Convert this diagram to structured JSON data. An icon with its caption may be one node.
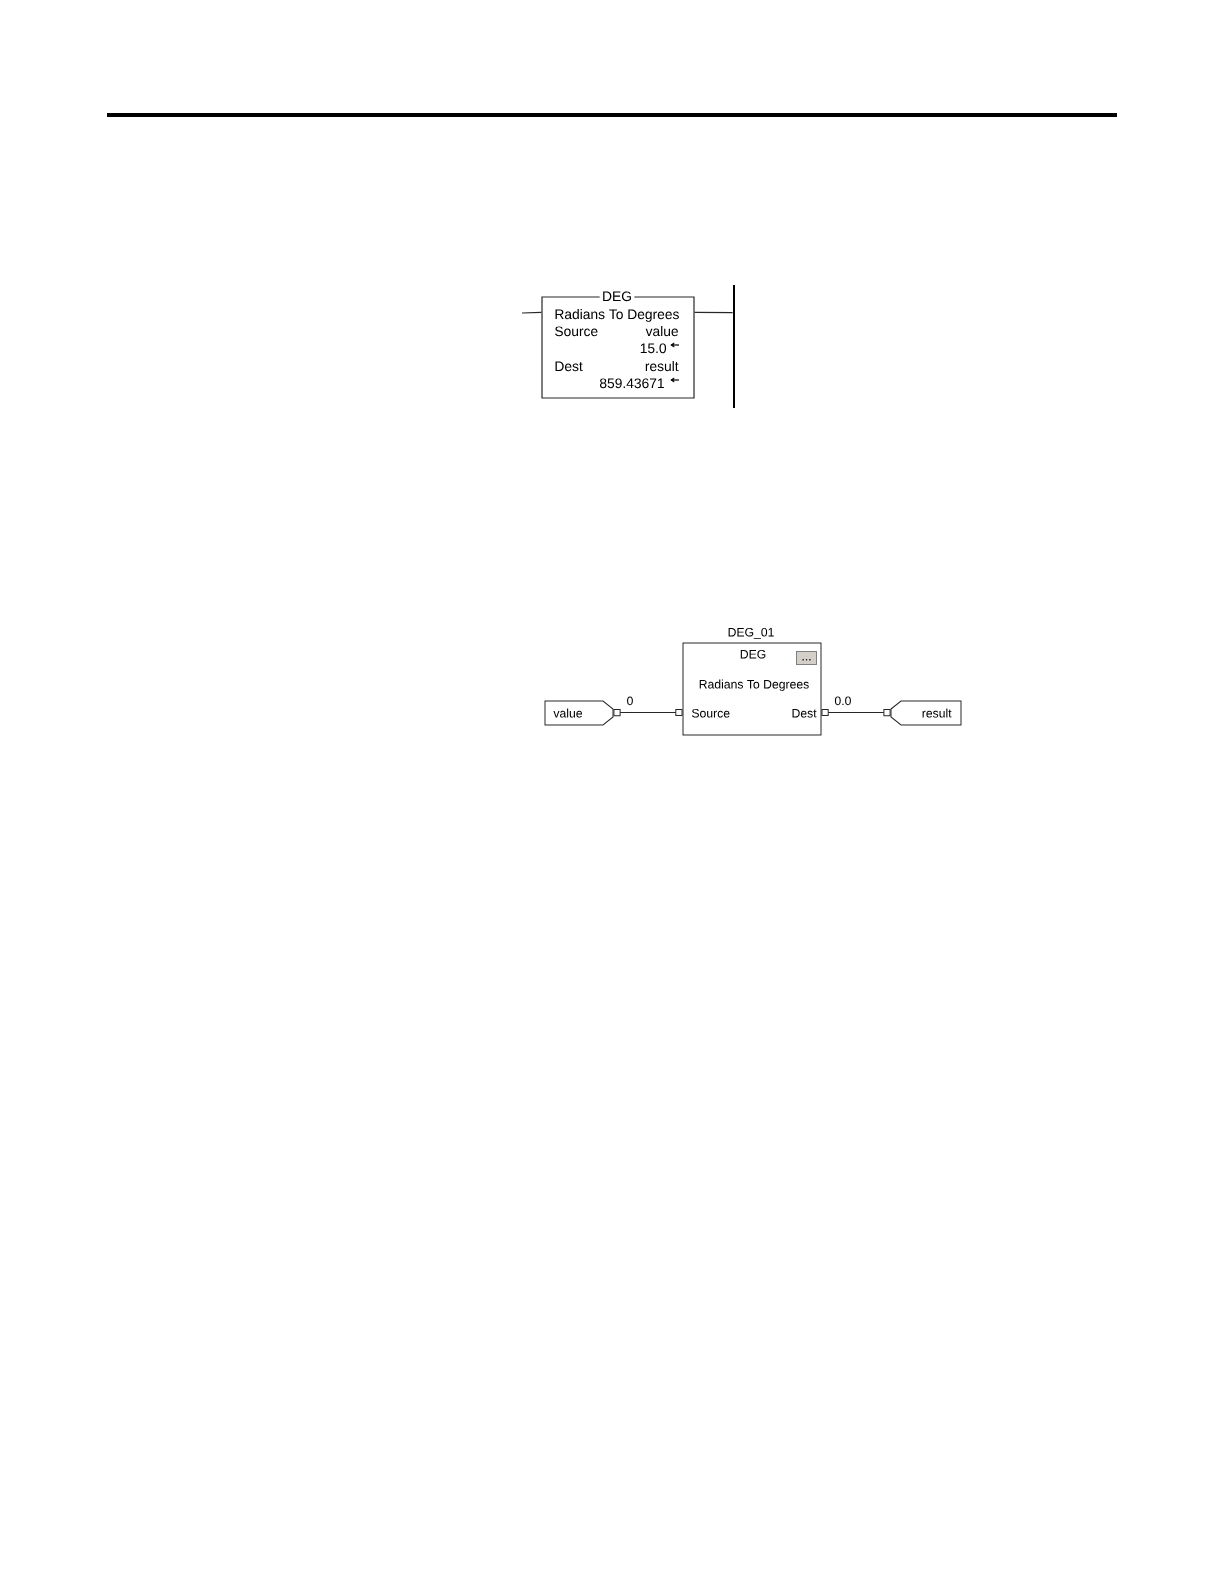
{
  "diagram": {
    "nodes": [
      {
        "text": [
          "DEG",
          "Radians To Degrees",
          "Source",
          "value",
          "15.0",
          "Dest",
          "result",
          "859.43671"
        ]
      },
      {
        "text": [],
        "shape": "bar"
      },
      {
        "text": [
          "value"
        ]
      },
      {
        "text": [
          "DEG_01",
          "DEG",
          "Radians To Degrees",
          "Source",
          "Dest"
        ]
      },
      {
        "text": [
          "..."
        ],
        "in": 3
      },
      {
        "text": [
          "result"
        ]
      }
    ],
    "edges": [
      {
        "from": null,
        "to": 0,
        "arrow": "none"
      },
      {
        "from": 0,
        "to": 1,
        "arrow": "none"
      },
      {
        "from": 2,
        "to": 3,
        "arrow": "other",
        "label": "0"
      },
      {
        "from": 3,
        "to": 5,
        "arrow": "other",
        "label": "0.0"
      }
    ]
  }
}
